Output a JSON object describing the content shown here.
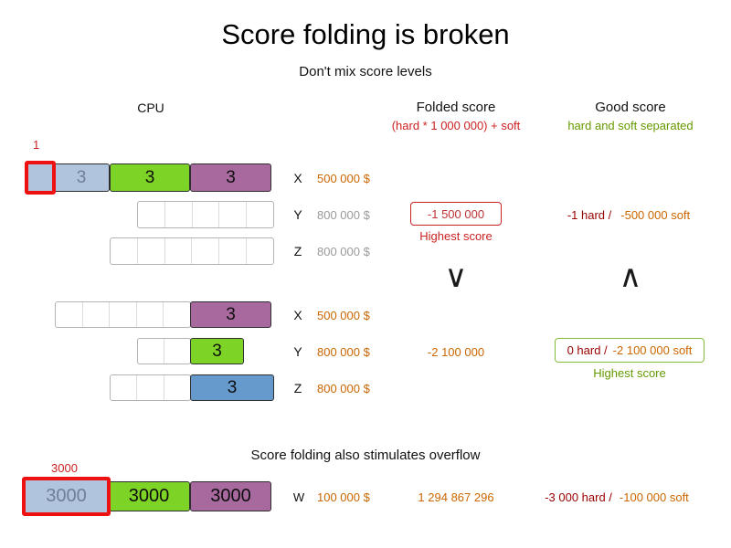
{
  "title": "Score folding is broken",
  "subtitle": "Don't mix score levels",
  "headers": {
    "cpu": "CPU",
    "folded_label": "Folded score",
    "folded_sub": "(hard * 1 000 000) + soft",
    "good_label": "Good score",
    "good_sub": "hard and soft separated"
  },
  "colors": {
    "segment_lightblue": "#b0c4de",
    "segment_green": "#7ed327",
    "segment_purple": "#a8699e",
    "segment_blue": "#6699cc",
    "highlight_red": "#ee1111",
    "hard_score_text": "#990000",
    "soft_score_text": "#cc6600",
    "folded_warning_text": "#cc2222",
    "good_text": "#669900",
    "muted_cost_text": "#9a9a9a"
  },
  "top": {
    "annotation": "1",
    "row_x": {
      "label": "X",
      "cost": "500 000 $",
      "seg_blue": "3",
      "seg_green": "3",
      "seg_purple": "3"
    },
    "row_y": {
      "label": "Y",
      "cost": "800 000 $"
    },
    "row_z": {
      "label": "Z",
      "cost": "800 000 $"
    },
    "folded_score": "-1 500 000",
    "folded_note": "Highest score",
    "good_hard": "-1 hard /",
    "good_soft": "-500 000 soft"
  },
  "compare": {
    "folded_symbol": "∨",
    "good_symbol": "∧"
  },
  "bottom": {
    "row_x": {
      "label": "X",
      "cost": "500 000 $",
      "seg": "3"
    },
    "row_y": {
      "label": "Y",
      "cost": "800 000 $",
      "seg": "3"
    },
    "row_z": {
      "label": "Z",
      "cost": "800 000 $",
      "seg": "3"
    },
    "folded_score": "-2 100 000",
    "good_hard": "0 hard /",
    "good_soft": "-2 100 000 soft",
    "good_note": "Highest score"
  },
  "overflow": {
    "caption": "Score folding also stimulates overflow",
    "annotation": "3000",
    "row_w": {
      "label": "W",
      "cost": "100 000 $",
      "seg_blue": "3000",
      "seg_green": "3000",
      "seg_purple": "3000"
    },
    "folded_score": "1 294 867 296",
    "good_hard": "-3 000 hard /",
    "good_soft": "-100 000 soft"
  }
}
